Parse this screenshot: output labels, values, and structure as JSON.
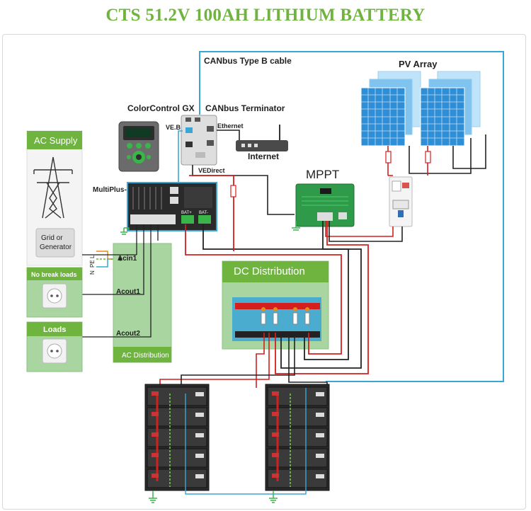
{
  "title": "CTS 51.2V 100AH LITHIUM BATTERY",
  "labels": {
    "canbus_cable": "CANbus Type B cable",
    "pv_array": "PV Array",
    "colorcontrol": "ColorControl GX",
    "canbus_terminator": "CANbus Terminator",
    "vebus": "VE.Bus",
    "ethernet": "Ethernet",
    "internet": "Internet",
    "vedirect": "VEDirect",
    "mppt": "MPPT",
    "multiplus": "MultiPlus-II",
    "ac_supply": "AC Supply",
    "grid_line1": "Grid  or",
    "grid_line2": "Generator",
    "no_break_loads": "No break loads",
    "loads": "Loads",
    "acin1": "Acin1",
    "acout1": "Acout1",
    "acout2": "Acout2",
    "ac_distribution": "AC Distribution",
    "dc_distribution": "DC Distribution",
    "bat_plus": "BAT+",
    "bat_minus": "BAT-",
    "phase_l": "L",
    "phase_pe": "PE",
    "phase_n": "N"
  },
  "colors": {
    "green": "#6fb43f",
    "cable_blue": "#3aa6d8",
    "wire_red": "#d41f1f",
    "wire_black": "#222222",
    "panel_green": "#a9d5a0",
    "battery_dark": "#2b2b2b"
  }
}
